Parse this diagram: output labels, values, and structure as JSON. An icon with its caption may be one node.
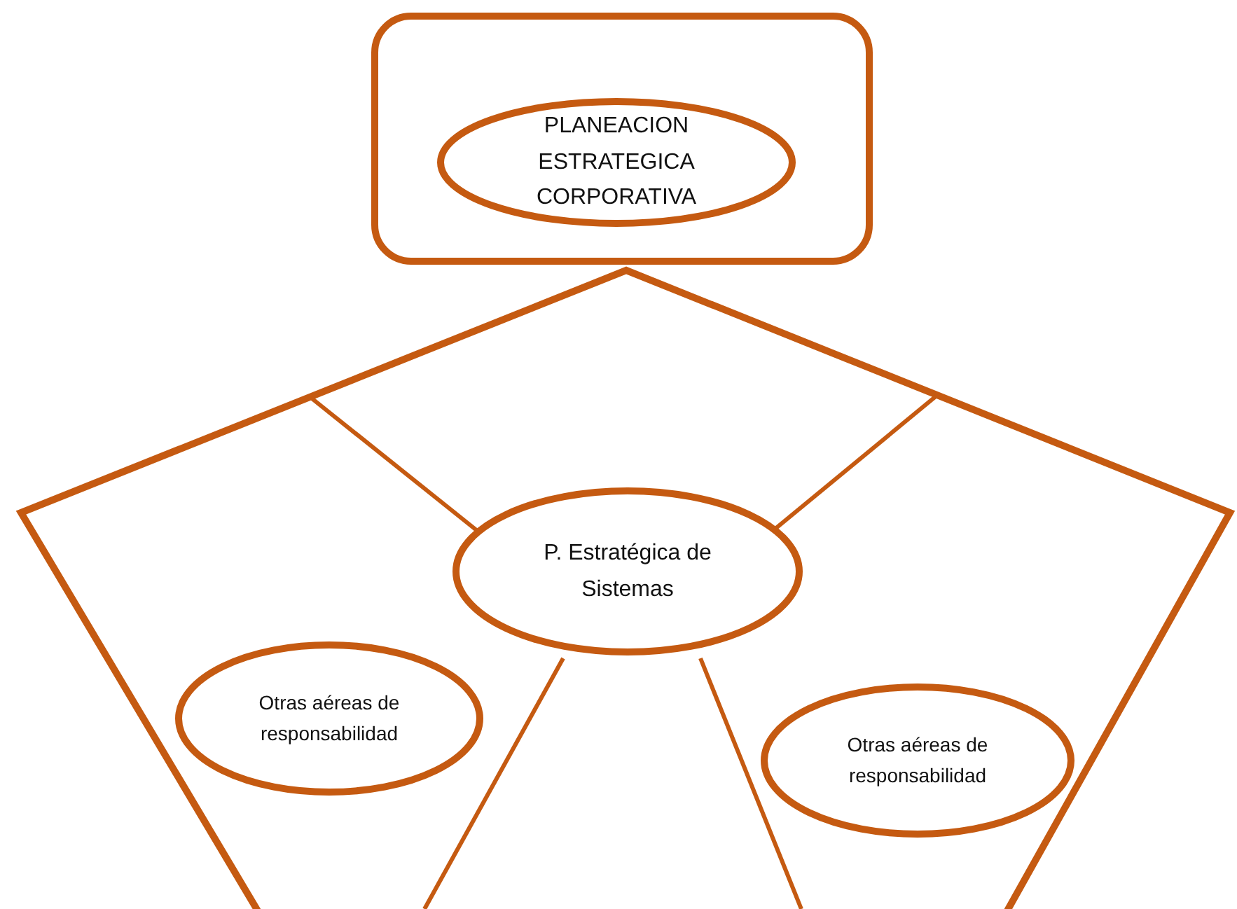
{
  "diagram": {
    "nodes": [
      {
        "text": [],
        "shape": "box"
      },
      {
        "text": [
          "PLANEACION ESTRATEGICA CORPORATIVA"
        ],
        "in": 0
      },
      {
        "text": [],
        "shape": "pentagon"
      },
      {
        "text": [
          "P. Estratégica de Sistemas"
        ],
        "in": 2
      },
      {
        "text": [
          "Otras aéreas de responsabilidad"
        ],
        "in": 2
      },
      {
        "text": [
          "Otras aéreas de responsabilidad"
        ],
        "in": 2
      }
    ]
  }
}
